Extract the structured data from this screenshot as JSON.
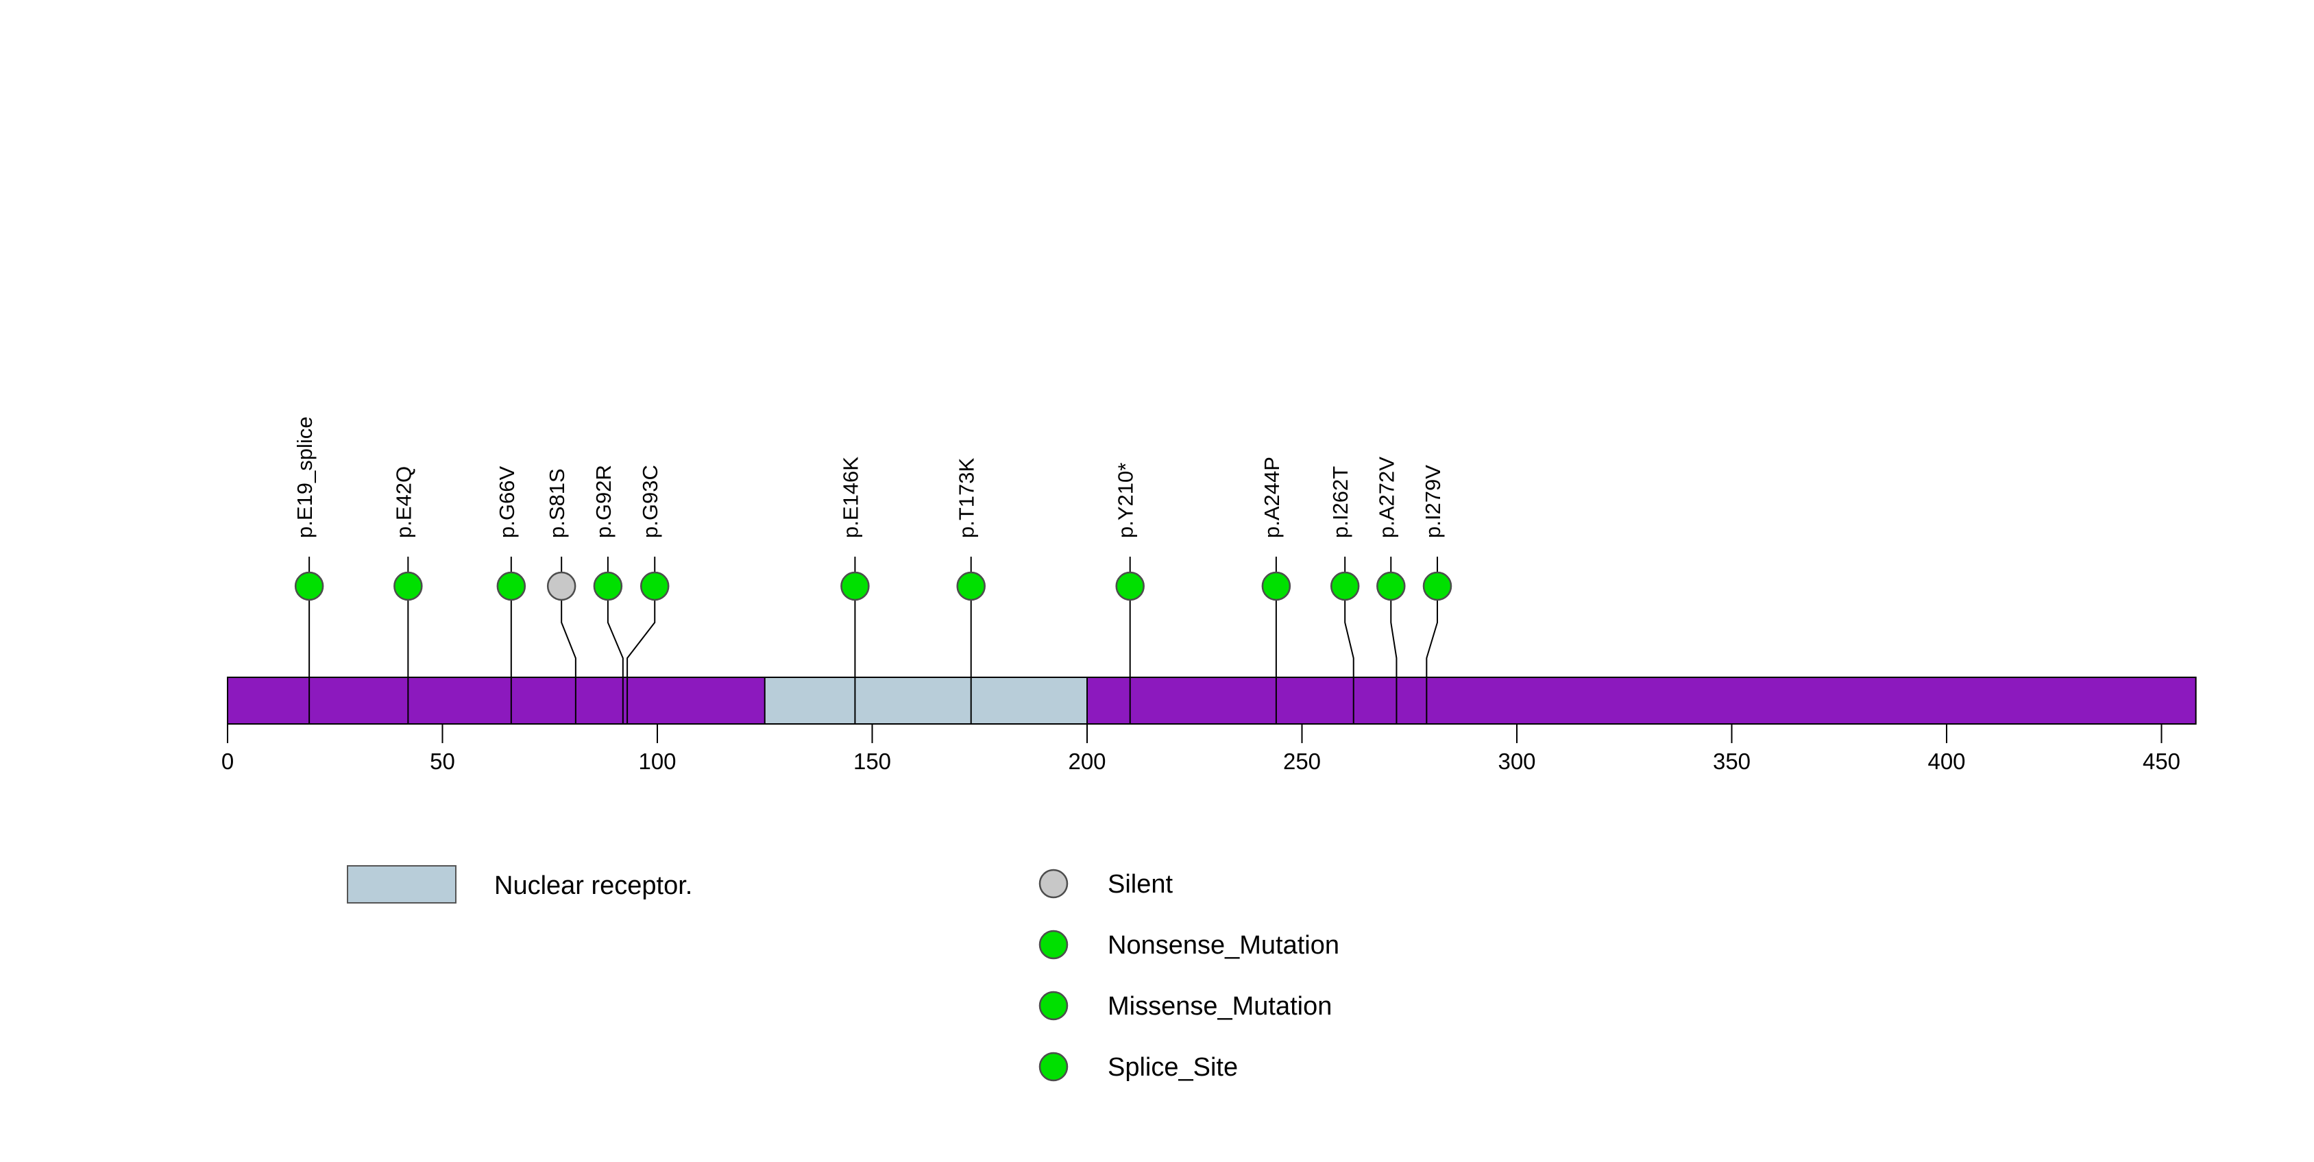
{
  "chart_data": {
    "type": "lollipop",
    "title": "",
    "xlabel": "",
    "axis": {
      "ticks": [
        0,
        50,
        100,
        150,
        200,
        250,
        300,
        350,
        400,
        450
      ],
      "xlim": [
        0,
        458
      ],
      "grid": false
    },
    "protein": {
      "length": 458,
      "bar_color": "#8C19BE",
      "bar_outline": "#000000"
    },
    "domains": [
      {
        "label": "Nuclear receptor.",
        "start": 125,
        "end": 200,
        "color": "#B8CDD9"
      }
    ],
    "mutation_types": [
      {
        "label": "Silent",
        "color": "#C8C8C8"
      },
      {
        "label": "Nonsense_Mutation",
        "color": "#00E000"
      },
      {
        "label": "Missense_Mutation",
        "color": "#00E000"
      },
      {
        "label": "Splice_Site",
        "color": "#00E000"
      }
    ],
    "mutations": [
      {
        "label": "p.E19_splice",
        "pos": 19,
        "display_pos": 19,
        "type": "Splice_Site"
      },
      {
        "label": "p.E42Q",
        "pos": 42,
        "display_pos": 42,
        "type": "Missense_Mutation"
      },
      {
        "label": "p.G66V",
        "pos": 66,
        "display_pos": 66,
        "type": "Missense_Mutation"
      },
      {
        "label": "p.S81S",
        "pos": 81,
        "display_pos": 77.7,
        "type": "Silent"
      },
      {
        "label": "p.G92R",
        "pos": 92,
        "display_pos": 88.5,
        "type": "Missense_Mutation"
      },
      {
        "label": "p.G93C",
        "pos": 93,
        "display_pos": 99.4,
        "type": "Missense_Mutation"
      },
      {
        "label": "p.E146K",
        "pos": 146,
        "display_pos": 146,
        "type": "Missense_Mutation"
      },
      {
        "label": "p.T173K",
        "pos": 173,
        "display_pos": 173,
        "type": "Missense_Mutation"
      },
      {
        "label": "p.Y210*",
        "pos": 210,
        "display_pos": 210,
        "type": "Nonsense_Mutation"
      },
      {
        "label": "p.A244P",
        "pos": 244,
        "display_pos": 244,
        "type": "Missense_Mutation"
      },
      {
        "label": "p.I262T",
        "pos": 262,
        "display_pos": 260,
        "type": "Missense_Mutation"
      },
      {
        "label": "p.A272V",
        "pos": 272,
        "display_pos": 270.7,
        "type": "Missense_Mutation"
      },
      {
        "label": "p.I279V",
        "pos": 279,
        "display_pos": 281.5,
        "type": "Missense_Mutation"
      }
    ],
    "legend": {
      "domain_item_label": "Nuclear receptor.",
      "type_item_labels": [
        "Silent",
        "Nonsense_Mutation",
        "Missense_Mutation",
        "Splice_Site"
      ]
    },
    "style_colors": {
      "stem": "#000000",
      "circle_outline": "#4D4D4D",
      "text": "#000000",
      "background": "#FFFFFF"
    }
  }
}
